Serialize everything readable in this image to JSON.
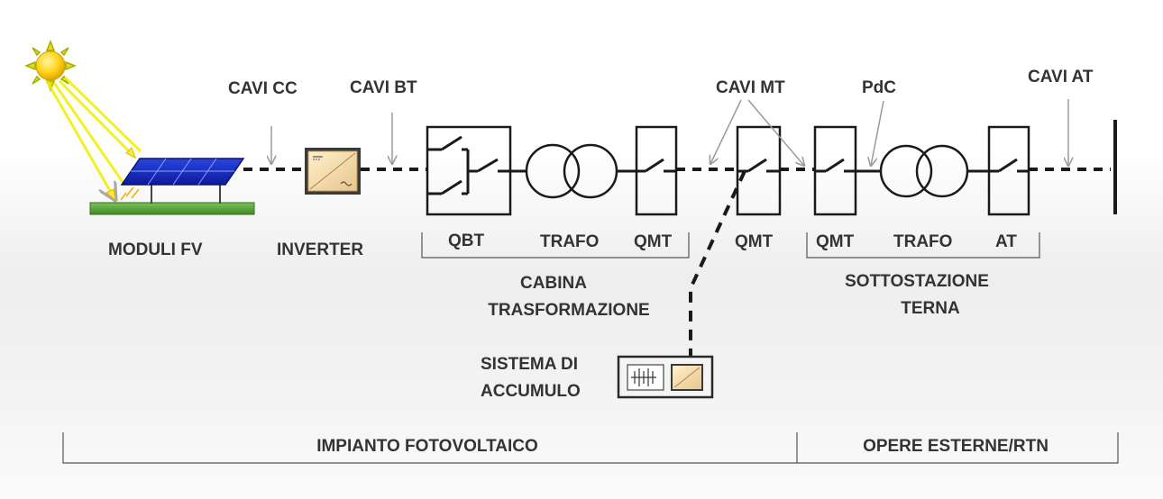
{
  "labels": {
    "cavi_cc": "CAVI CC",
    "cavi_bt": "CAVI BT",
    "cavi_mt": "CAVI MT",
    "pdc": "PdC",
    "cavi_at": "CAVI AT",
    "moduli_fv": "MODULI FV",
    "inverter": "INVERTER",
    "qbt": "QBT",
    "trafo_1": "TRAFO",
    "qmt_1": "QMT",
    "qmt_2": "QMT",
    "qmt_3": "QMT",
    "trafo_2": "TRAFO",
    "at": "AT",
    "cabina_line1": "CABINA",
    "cabina_line2": "TRASFORMAZIONE",
    "sottostazione_line1": "SOTTOSTAZIONE",
    "sottostazione_line2": "TERNA",
    "sistema_line1": "SISTEMA DI",
    "sistema_line2": "ACCUMULO",
    "impianto": "IMPIANTO FOTOVOLTAICO",
    "opere": "OPERE ESTERNE/RTN"
  },
  "colors": {
    "line": "#1a1a1a",
    "arrow": "#9a9a9a",
    "text": "#333333",
    "panel": "#1b2fc8",
    "ground": "#4c9a2a",
    "sun": "#ffd21a",
    "sunrays": "#f2ee00",
    "box_fill": "#f5deb0"
  }
}
